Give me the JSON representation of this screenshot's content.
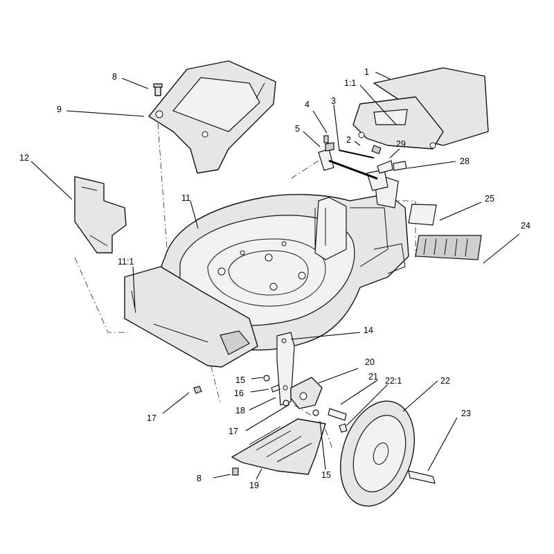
{
  "callouts": [
    {
      "id": "c1",
      "text": "1"
    },
    {
      "id": "c1-1",
      "text": "1:1"
    },
    {
      "id": "c2",
      "text": "2"
    },
    {
      "id": "c3",
      "text": "3"
    },
    {
      "id": "c4",
      "text": "4"
    },
    {
      "id": "c5",
      "text": "5"
    },
    {
      "id": "c8a",
      "text": "8"
    },
    {
      "id": "c8b",
      "text": "8"
    },
    {
      "id": "c9",
      "text": "9"
    },
    {
      "id": "c11",
      "text": "11"
    },
    {
      "id": "c11-1",
      "text": "11:1"
    },
    {
      "id": "c12",
      "text": "12"
    },
    {
      "id": "c14",
      "text": "14"
    },
    {
      "id": "c15a",
      "text": "15"
    },
    {
      "id": "c15b",
      "text": "15"
    },
    {
      "id": "c16",
      "text": "16"
    },
    {
      "id": "c17a",
      "text": "17"
    },
    {
      "id": "c17b",
      "text": "17"
    },
    {
      "id": "c18",
      "text": "18"
    },
    {
      "id": "c19",
      "text": "19"
    },
    {
      "id": "c20",
      "text": "20"
    },
    {
      "id": "c21",
      "text": "21"
    },
    {
      "id": "c22",
      "text": "22"
    },
    {
      "id": "c22-1",
      "text": "22:1"
    },
    {
      "id": "c23",
      "text": "23"
    },
    {
      "id": "c24",
      "text": "24"
    },
    {
      "id": "c25",
      "text": "25"
    },
    {
      "id": "c28",
      "text": "28"
    },
    {
      "id": "c29",
      "text": "29"
    }
  ]
}
